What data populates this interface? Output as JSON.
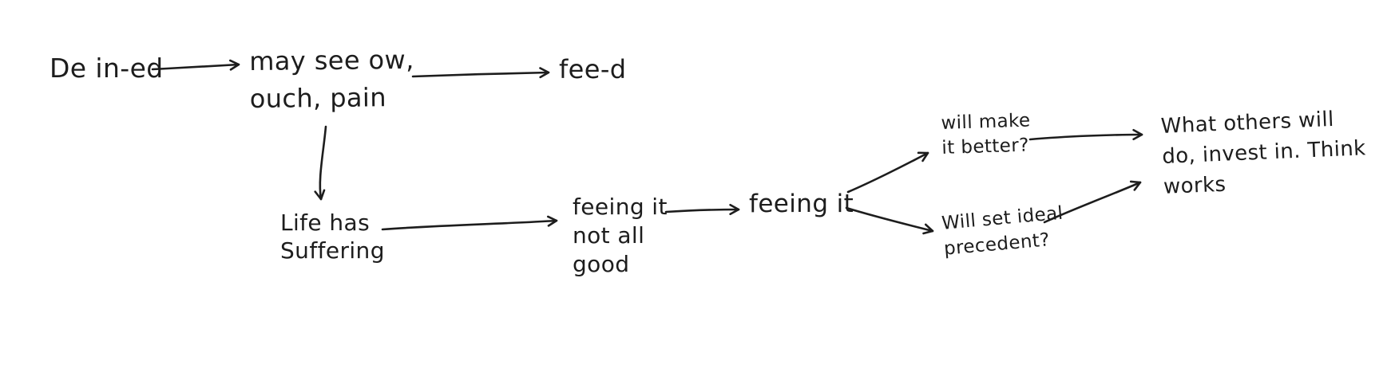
{
  "diagram": {
    "background_color": "#ffffff",
    "ink_color": "#1d1d1d",
    "nodes": [
      {
        "id": "defined",
        "text": "De in-ed"
      },
      {
        "id": "may-see-ow",
        "text": "may see ow,\nouch, pain"
      },
      {
        "id": "feed",
        "text": "fee-d"
      },
      {
        "id": "life-has-suffering",
        "text": "Life has\nSuffering"
      },
      {
        "id": "feeling-it-not-all-good",
        "text": "feeing it\nnot all\ngood"
      },
      {
        "id": "feeling-it",
        "text": "feeing it"
      },
      {
        "id": "will-make-it-better",
        "text": "will make\nit better?"
      },
      {
        "id": "will-set-ideal-precedent",
        "text": "Will set ideal\nprecedent?"
      },
      {
        "id": "what-others-will-do",
        "text": "What others will\ndo, invest in. Think\nworks"
      }
    ],
    "edges": [
      {
        "from": "defined",
        "to": "may-see-ow"
      },
      {
        "from": "may-see-ow",
        "to": "feed"
      },
      {
        "from": "may-see-ow",
        "to": "life-has-suffering"
      },
      {
        "from": "life-has-suffering",
        "to": "feeling-it-not-all-good"
      },
      {
        "from": "feeling-it-not-all-good",
        "to": "feeling-it"
      },
      {
        "from": "feeling-it",
        "to": "will-make-it-better"
      },
      {
        "from": "feeling-it",
        "to": "will-set-ideal-precedent"
      },
      {
        "from": "will-make-it-better",
        "to": "what-others-will-do"
      },
      {
        "from": "will-set-ideal-precedent",
        "to": "what-others-will-do"
      }
    ]
  }
}
